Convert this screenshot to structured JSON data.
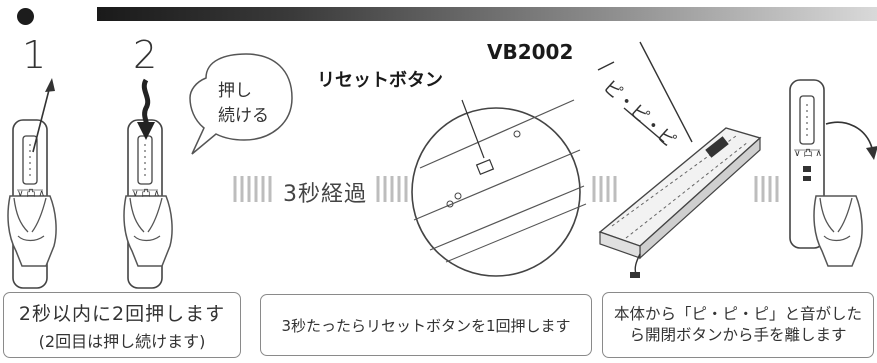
{
  "steps": {
    "one": "1",
    "two": "2"
  },
  "speech_bubble": {
    "line1": "押し",
    "line2": "続ける"
  },
  "model": "VB2002",
  "reset_button_label": "リセットボタン",
  "elapsed": "3秒経過",
  "beep": "ピ・ピ・ピ",
  "remote_buttons": {
    "up": "∨",
    "stop": "凸",
    "down": "∧"
  },
  "captions": {
    "step1_line1": "2秒以内に2回押します",
    "step1_line2": "(2回目は押し続けます)",
    "step2": "3秒たったらリセットボタンを1回押します",
    "step3_line1": "本体から「ピ・ピ・ピ」と音がした",
    "step3_line2": "ら開閉ボタンから手を離します"
  }
}
